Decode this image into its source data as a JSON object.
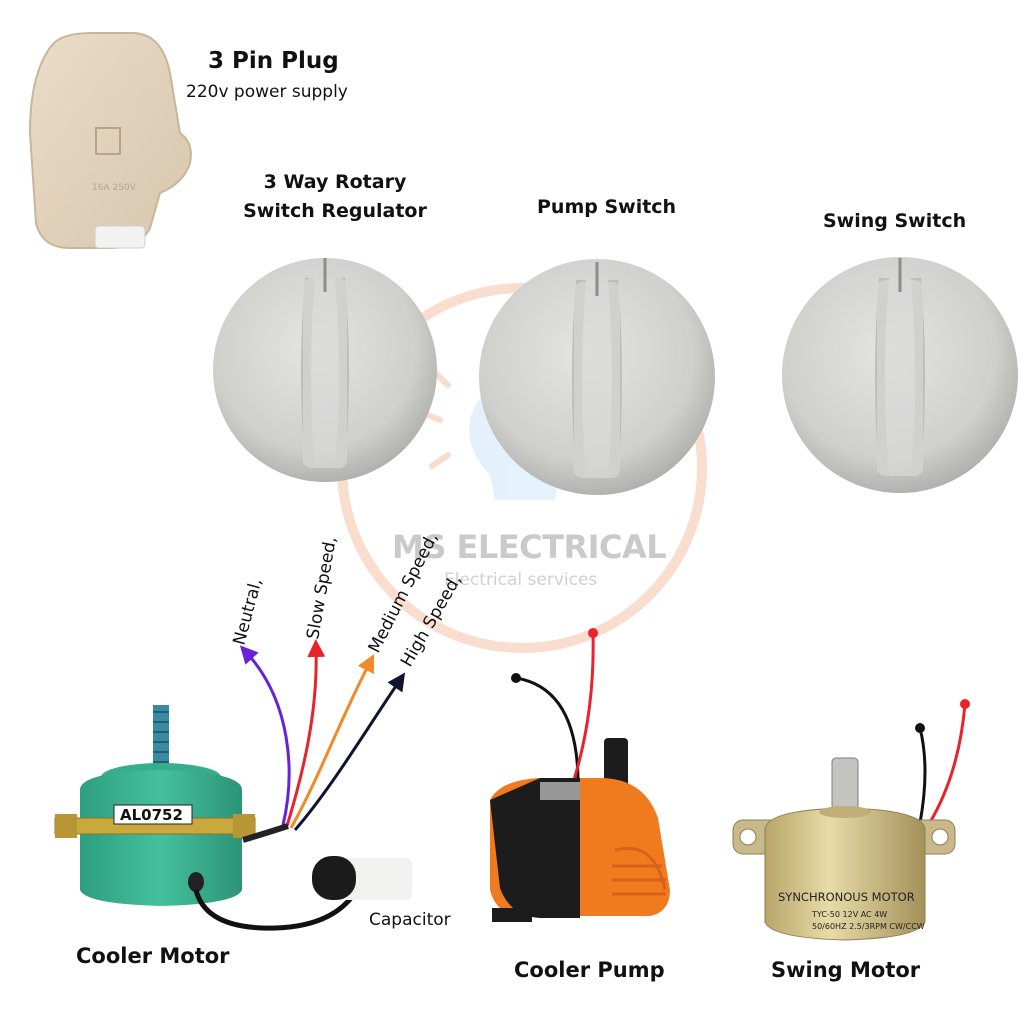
{
  "plug": {
    "title": "3 Pin Plug",
    "subtitle": "220v power supply"
  },
  "switches": {
    "rotary": {
      "title_line1": "3 Way Rotary",
      "title_line2": "Switch Regulator"
    },
    "pump": {
      "title": "Pump Switch"
    },
    "swing": {
      "title": "Swing Switch"
    }
  },
  "wires": {
    "neutral": {
      "label": "Neutral,",
      "color": "#6a1fd8"
    },
    "slow": {
      "label": "Slow Speed,",
      "color": "#e8232a"
    },
    "medium": {
      "label": "Medium Speed,",
      "color": "#f08a2c"
    },
    "high": {
      "label": "High Speed,",
      "color": "#0f1530"
    }
  },
  "cooler_motor": {
    "title": "Cooler Motor",
    "model": "AL0752",
    "body_color": "#3cb493"
  },
  "capacitor": {
    "label": "Capacitor"
  },
  "cooler_pump": {
    "title": "Cooler Pump",
    "body_color": "#f07a1e"
  },
  "swing_motor": {
    "title": "Swing Motor",
    "plate_line1": "SYNCHRONOUS MOTOR",
    "plate_line2": "TYC-50   12V AC   4W",
    "plate_line3": "50/60HZ  2.5/3RPM CW/CCW"
  },
  "watermark": {
    "name": "MS ELECTRICAL",
    "tagline": "Electrical services"
  }
}
